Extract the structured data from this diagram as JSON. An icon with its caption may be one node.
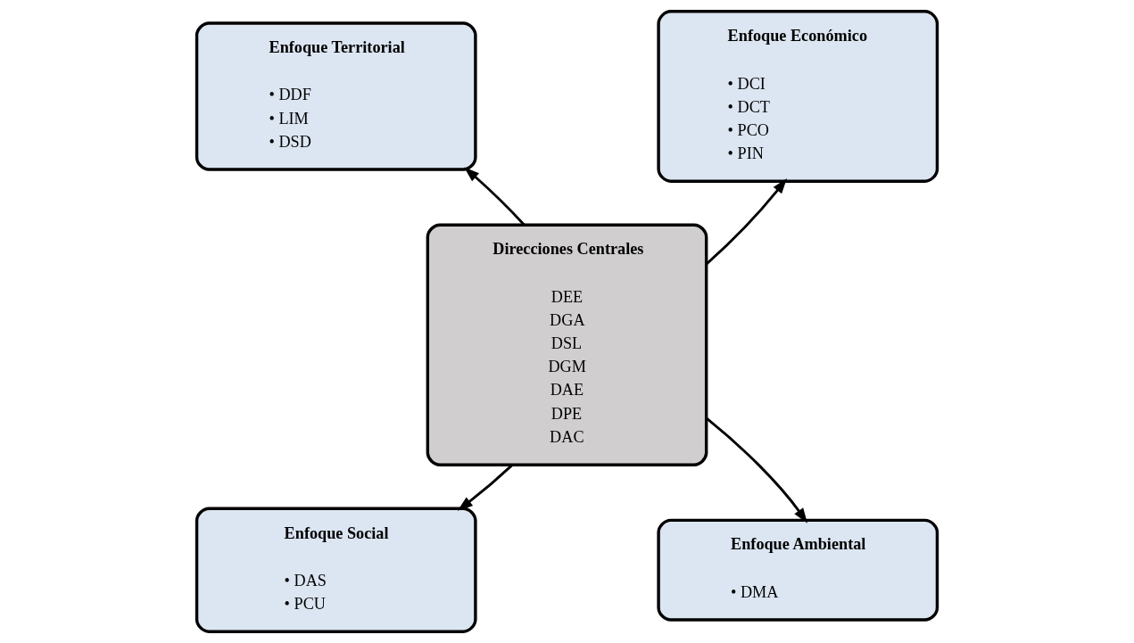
{
  "diagram": {
    "nodes": [
      {
        "text": [
          "Enfoque Territorial",
          "• DDF",
          "• LIM",
          "• DSD"
        ]
      },
      {
        "text": [
          "Enfoque Económico",
          "• DCI",
          "• DCT",
          "• PCO",
          "• PIN"
        ]
      },
      {
        "text": [
          "Direcciones Centrales",
          "DEE",
          "DGA",
          "DSL",
          "DGM",
          "DAE",
          "DPE",
          "DAC"
        ]
      },
      {
        "text": [
          "Enfoque Social",
          "• DAS",
          "• PCU"
        ]
      },
      {
        "text": [
          "Enfoque Ambiental",
          "• DMA"
        ]
      }
    ],
    "edges": [
      {
        "from": 2,
        "to": 0,
        "arrow": "to"
      },
      {
        "from": 2,
        "to": 1,
        "arrow": "to"
      },
      {
        "from": 2,
        "to": 3,
        "arrow": "to"
      },
      {
        "from": 2,
        "to": 4,
        "arrow": "to"
      }
    ]
  }
}
